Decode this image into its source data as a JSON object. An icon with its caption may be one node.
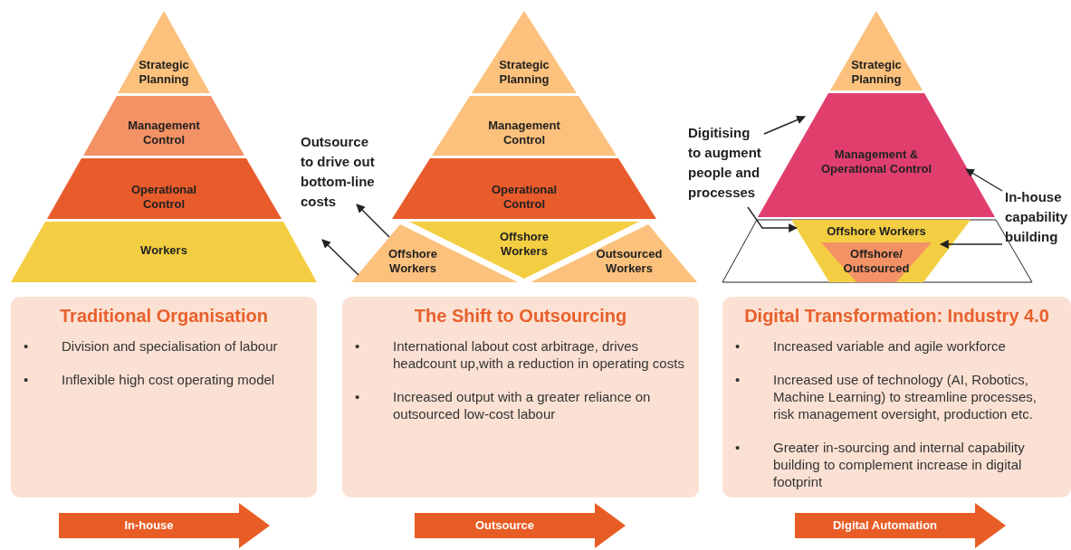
{
  "diagram": {
    "nodes": [
      {
        "text": [
          "Strategic Planning"
        ]
      },
      {
        "text": [
          "Management Control"
        ]
      },
      {
        "text": [
          "Operational Control"
        ]
      },
      {
        "text": [
          "Workers"
        ]
      },
      {
        "text": [
          "Strategic Planning"
        ]
      },
      {
        "text": [
          "Management Control"
        ]
      },
      {
        "text": [
          "Operational Control"
        ]
      },
      {
        "text": [
          "Offshore Workers"
        ]
      },
      {
        "text": [
          "Offshore Workers"
        ]
      },
      {
        "text": [
          "Outsourced Workers"
        ]
      },
      {
        "text": [
          "Outsource to drive out bottom-line costs"
        ]
      },
      {
        "text": [
          "Strategic Planning"
        ]
      },
      {
        "text": [
          "Management & Operational Control"
        ]
      },
      {
        "text": [
          "Offshore Workers"
        ]
      },
      {
        "text": [
          "Offshore/ Outsourced"
        ],
        "in": 13
      },
      {
        "text": [
          "Digitising to augment people and processes"
        ]
      },
      {
        "text": [
          "In-house capability building"
        ]
      },
      {
        "text": [
          "Traditional Organisation",
          "Division and specialisation of labour",
          "Inflexible high cost operating model"
        ]
      },
      {
        "text": [
          "The Shift to Outsourcing",
          "International labout cost arbitrage, drives headcount up,with a reduction in operating costs",
          "Increased output with a greater reliance on outsourced low-cost labour"
        ]
      },
      {
        "text": [
          "Digital Transformation: Industry 4.0",
          "Increased variable and agile workforce",
          "Increased use of technology (AI, Robotics, Machine Learning) to streamline processes, risk management oversight, production etc.",
          "Greater in-sourcing and internal capability building to complement increase in digital footprint"
        ]
      },
      {
        "text": [
          "In-house"
        ]
      },
      {
        "text": [
          "Outsource"
        ]
      },
      {
        "text": [
          "Digital Automation"
        ]
      }
    ],
    "edges": [
      {
        "from": 7,
        "to": 10,
        "arrow": "to"
      },
      {
        "from": 7,
        "to": 3,
        "arrow": "to"
      },
      {
        "from": 15,
        "to": 12,
        "arrow": "to"
      },
      {
        "from": 15,
        "to": 13,
        "arrow": "to"
      },
      {
        "from": 16,
        "to": 12,
        "arrow": "to"
      },
      {
        "from": 16,
        "to": 13,
        "arrow": "to"
      }
    ],
    "labels": [
      "•",
      "•",
      "•",
      "•",
      "•",
      "•",
      "•"
    ]
  }
}
